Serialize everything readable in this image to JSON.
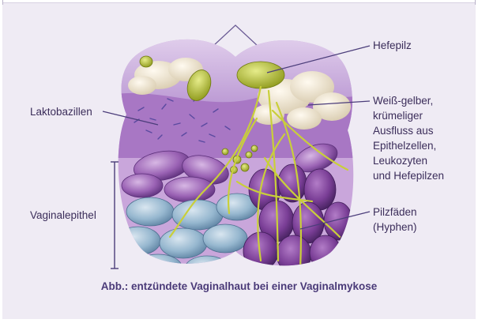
{
  "labels": {
    "hefepilz": "Hefepilz",
    "laktobazillen": "Laktobazillen",
    "ausfluss": [
      "Weiß-gelber,",
      "krümeliger",
      "Ausfluss aus",
      "Epithelzellen,",
      "Leukozyten",
      "und Hefepilzen"
    ],
    "vaginalepithel": "Vaginalepithel",
    "pilzfaeden": [
      "Pilzfäden",
      "(Hyphen)"
    ]
  },
  "caption": "Abb.: entzündete Vaginalhaut bei einer Vaginalmykose",
  "colors": {
    "background": "#efebf4",
    "text": "#3b2d5a",
    "caption": "#4a3a78",
    "leader_line": "#4b3d7a",
    "epithelium_purple": "#8e5aa6",
    "epithelium_blue": "#8fb2cc",
    "yeast_green": "#b7c23e",
    "discharge_cream": "#efe6cf"
  }
}
